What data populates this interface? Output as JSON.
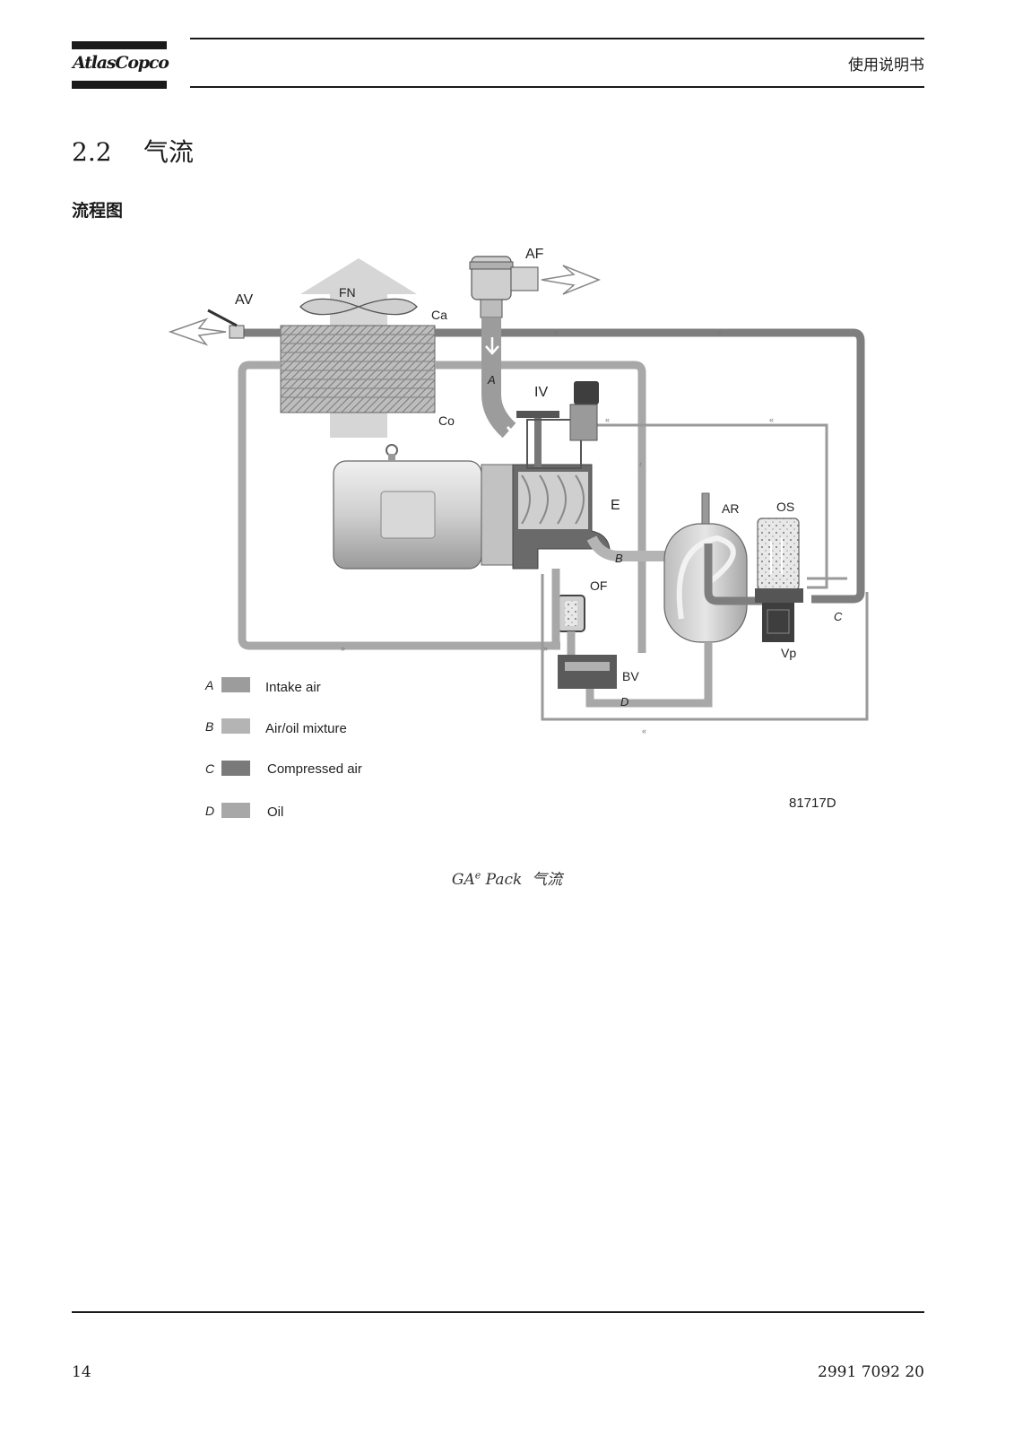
{
  "header": {
    "logo_text": "AtlasCopco",
    "doc_type": "使用说明书"
  },
  "section": {
    "number": "2.2",
    "title": "气流"
  },
  "subsection": "流程图",
  "figure": {
    "labels": {
      "AF": "AF",
      "AV": "AV",
      "FN": "FN",
      "Ca": "Ca",
      "Co": "Co",
      "IV": "IV",
      "E": "E",
      "AR": "AR",
      "OS": "OS",
      "OF": "OF",
      "BV": "BV",
      "Vp": "Vp",
      "flow_A": "A",
      "flow_B": "B",
      "flow_C": "C",
      "flow_D": "D"
    },
    "legend": [
      {
        "key": "A",
        "text": "Intake air",
        "color": "#9c9c9c"
      },
      {
        "key": "B",
        "text": "Air/oil mixture",
        "color": "#b4b4b4"
      },
      {
        "key": "C",
        "text": "Compressed air",
        "color": "#7a7a7a"
      },
      {
        "key": "D",
        "text": "Oil",
        "color": "#a8a8a8"
      }
    ],
    "code": "81717D",
    "caption_main": "GA",
    "caption_sup": "e",
    "caption_rest": " Pack  气流"
  },
  "footer": {
    "page_number": "14",
    "doc_number": "2991 7092 20"
  }
}
